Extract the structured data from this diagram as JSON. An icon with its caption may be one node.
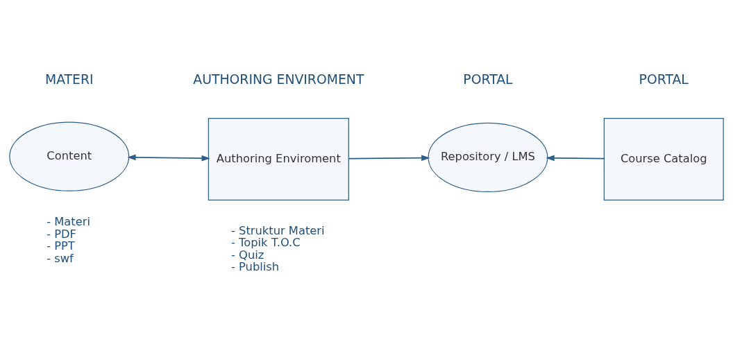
{
  "diagram": {
    "nodes": [
      {
        "text": [
          "Content"
        ],
        "beside": [
          "- Materi",
          "- PDF",
          "- PPT",
          "- swf"
        ]
      },
      {
        "text": [
          "Authoring Enviroment"
        ],
        "beside": [
          "- Struktur Materi",
          "- Topik T.O.C",
          "- Quiz",
          "- Publish"
        ]
      },
      {
        "text": [
          "Repository / LMS"
        ]
      },
      {
        "text": [
          "Course Catalog"
        ]
      }
    ],
    "edges": [
      {
        "from": 0,
        "to": 1,
        "arrow": "both"
      },
      {
        "from": 1,
        "to": 2,
        "arrow": "to"
      },
      {
        "from": 3,
        "to": 2,
        "arrow": "to"
      }
    ],
    "labels": [
      "MATERI",
      "AUTHORING ENVIROMENT",
      "PORTAL",
      "PORTAL"
    ]
  }
}
